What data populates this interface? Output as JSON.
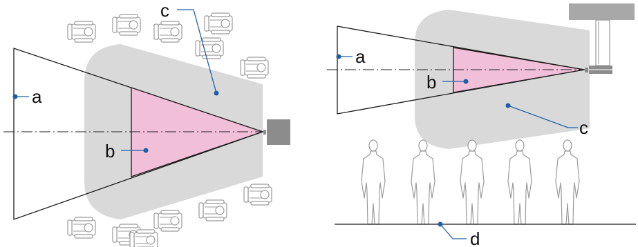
{
  "labels": {
    "a": "a",
    "b": "b",
    "c": "c",
    "d": "d"
  },
  "colors": {
    "hazard_zone": "#d9d9d9",
    "projection_area": "#f2bfd9",
    "leader_line": "#1c5fa8",
    "projector": "#8c8c8c",
    "outline": "#1a1a1a"
  },
  "icons": {
    "seated_person": "seated-person-icon",
    "standing_person": "standing-person-icon",
    "projector": "projector-icon"
  }
}
